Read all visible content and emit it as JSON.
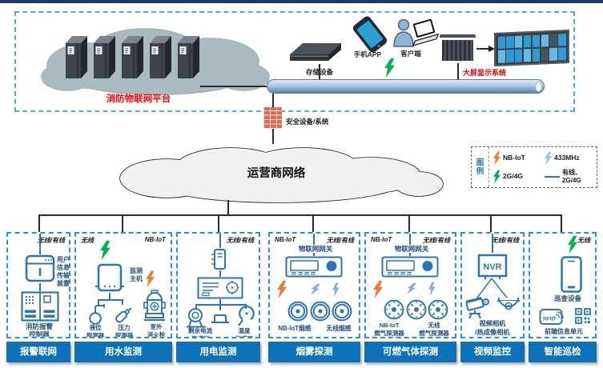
{
  "platform": {
    "label": "消防物联网平台"
  },
  "top_devices": {
    "storage": "存储设备",
    "phone": "手机APP",
    "client": "客户端",
    "big_screen": "大屏显示系统"
  },
  "security": {
    "label": "安全设备/系统"
  },
  "carrier": {
    "label": "运营商网络"
  },
  "legend": {
    "title": "图例",
    "items": [
      {
        "label": "NB-IoT"
      },
      {
        "label": "433MHz"
      },
      {
        "label": "2G/4G"
      },
      {
        "label": "有线、\n2G/4G"
      }
    ]
  },
  "columns": [
    {
      "title": "报警联网",
      "corner_right": "无线/有线",
      "labels": {
        "d1": "用户\n信息\n传输\n装置",
        "d2": "消防报警\n控制器"
      }
    },
    {
      "title": "用水监测",
      "corner_left": "无线",
      "corner_right": "NB-IoT",
      "labels": {
        "host": "监测\n主机",
        "s1": "液位\n探测器",
        "s2": "压力\n探测器",
        "s3": "室外\n消火栓"
      }
    },
    {
      "title": "用电监测",
      "corner_right": "无线/有线",
      "labels": {
        "s1": "剩余电流\n传感器",
        "s2": "温度\n传感器"
      }
    },
    {
      "title": "烟雾探测",
      "corner_left": "NB-IoT",
      "corner_right": "无线/有线",
      "labels": {
        "gateway": "物联网网关",
        "s1": "NB-IoT烟感",
        "s2": "无线烟感"
      }
    },
    {
      "title": "可燃气体探测",
      "corner_left": "NB-IoT",
      "corner_right": "无线/有线",
      "labels": {
        "gateway": "物联网网关",
        "s1": "NB-IoT\n燃气探测器",
        "s2": "无线\n燃气探测器"
      }
    },
    {
      "title": "视频监控",
      "corner_right": "无线/有线",
      "labels": {
        "nvr": "NVR",
        "cams": "视频相机\n/热成像相机"
      }
    },
    {
      "title": "智能巡检",
      "corner_right": "无线",
      "labels": {
        "device": "巡查设备",
        "rfid": "RFID",
        "unit": "前端信息单元"
      }
    }
  ],
  "colors": {
    "banner_blue": "#0E72B8",
    "device_blue": "#2E75B6",
    "nbiot_orange": "#ED7D31",
    "mhz433_blue": "#9DC3E6",
    "g2_4g_green": "#00B050",
    "alert_red": "#FF0000"
  }
}
